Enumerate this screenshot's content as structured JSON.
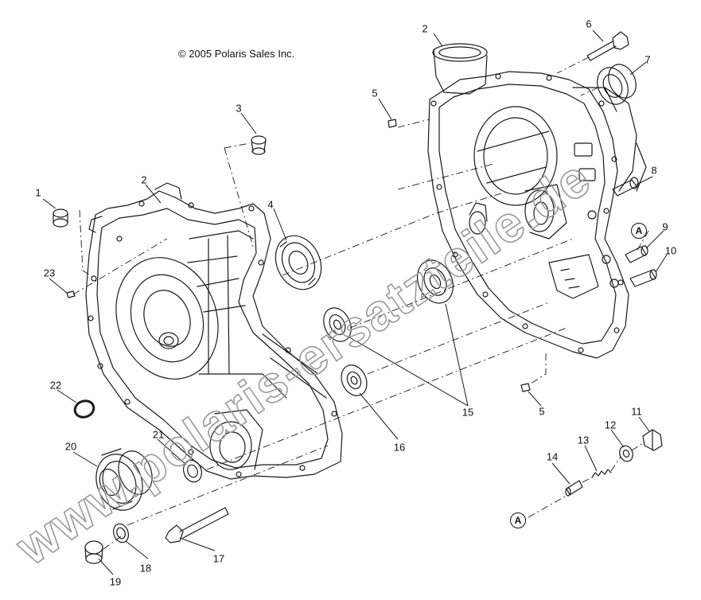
{
  "copyright": "© 2005 Polaris Sales Inc.",
  "callouts": {
    "c1": "1",
    "c2a": "2",
    "c2b": "2",
    "c3": "3",
    "c4": "4",
    "c5a": "5",
    "c5b": "5",
    "c6": "6",
    "c7": "7",
    "c8": "8",
    "c9": "9",
    "c10": "10",
    "c11": "11",
    "c12": "12",
    "c13": "13",
    "c14": "14",
    "c15": "15",
    "c16": "16",
    "c17": "17",
    "c18": "18",
    "c19": "19",
    "c20": "20",
    "c21": "21",
    "c22": "22",
    "c23": "23"
  },
  "ref_marks": {
    "ref_a_upper": "A",
    "ref_a_lower": "A"
  },
  "watermark": "www.polaris-ersatzteile.de"
}
